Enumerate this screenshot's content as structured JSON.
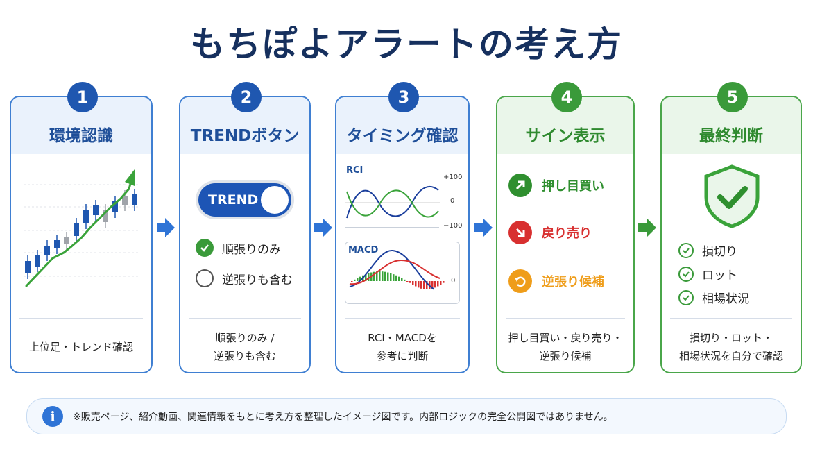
{
  "title": "もちぽよアラートの考え方",
  "steps": [
    {
      "num": "1",
      "title": "環境認識",
      "caption_lines": [
        "上位足・トレンド確認"
      ]
    },
    {
      "num": "2",
      "title": "TRENDボタン",
      "toggle_label": "TREND",
      "options": [
        "順張りのみ",
        "逆張りも含む"
      ],
      "caption_lines": [
        "順張りのみ /",
        "逆張りも含む"
      ]
    },
    {
      "num": "3",
      "title": "タイミング確認",
      "rci": {
        "label": "RCI",
        "ticks": [
          "+100",
          "0",
          "−100"
        ]
      },
      "macd": {
        "label": "MACD",
        "zero": "0"
      },
      "caption_lines": [
        "RCI・MACDを",
        "参考に判断"
      ]
    },
    {
      "num": "4",
      "title": "サイン表示",
      "signals": [
        {
          "label": "押し目買い",
          "color": "#2f8f2f",
          "icon": "arrow-up-right-icon"
        },
        {
          "label": "戻り売り",
          "color": "#d83030",
          "icon": "arrow-down-right-icon"
        },
        {
          "label": "逆張り候補",
          "color": "#ef9d1a",
          "icon": "rotate-icon"
        }
      ],
      "caption_lines": [
        "押し目買い・戻り売り・",
        "逆張り候補"
      ]
    },
    {
      "num": "5",
      "title": "最終判断",
      "checks": [
        "損切り",
        "ロット",
        "相場状況"
      ],
      "caption_lines": [
        "損切り・ロット・",
        "相場状況を自分で確認"
      ]
    }
  ],
  "note": "※販売ページ、紹介動画、関連情報をもとに考え方を整理したイメージ図です。内部ロジックの完全公開図ではありません。",
  "colors": {
    "blue": "#1f57b0",
    "green": "#3a9a3a",
    "red": "#d83030",
    "orange": "#ef9d1a",
    "navy": "#16305e"
  }
}
